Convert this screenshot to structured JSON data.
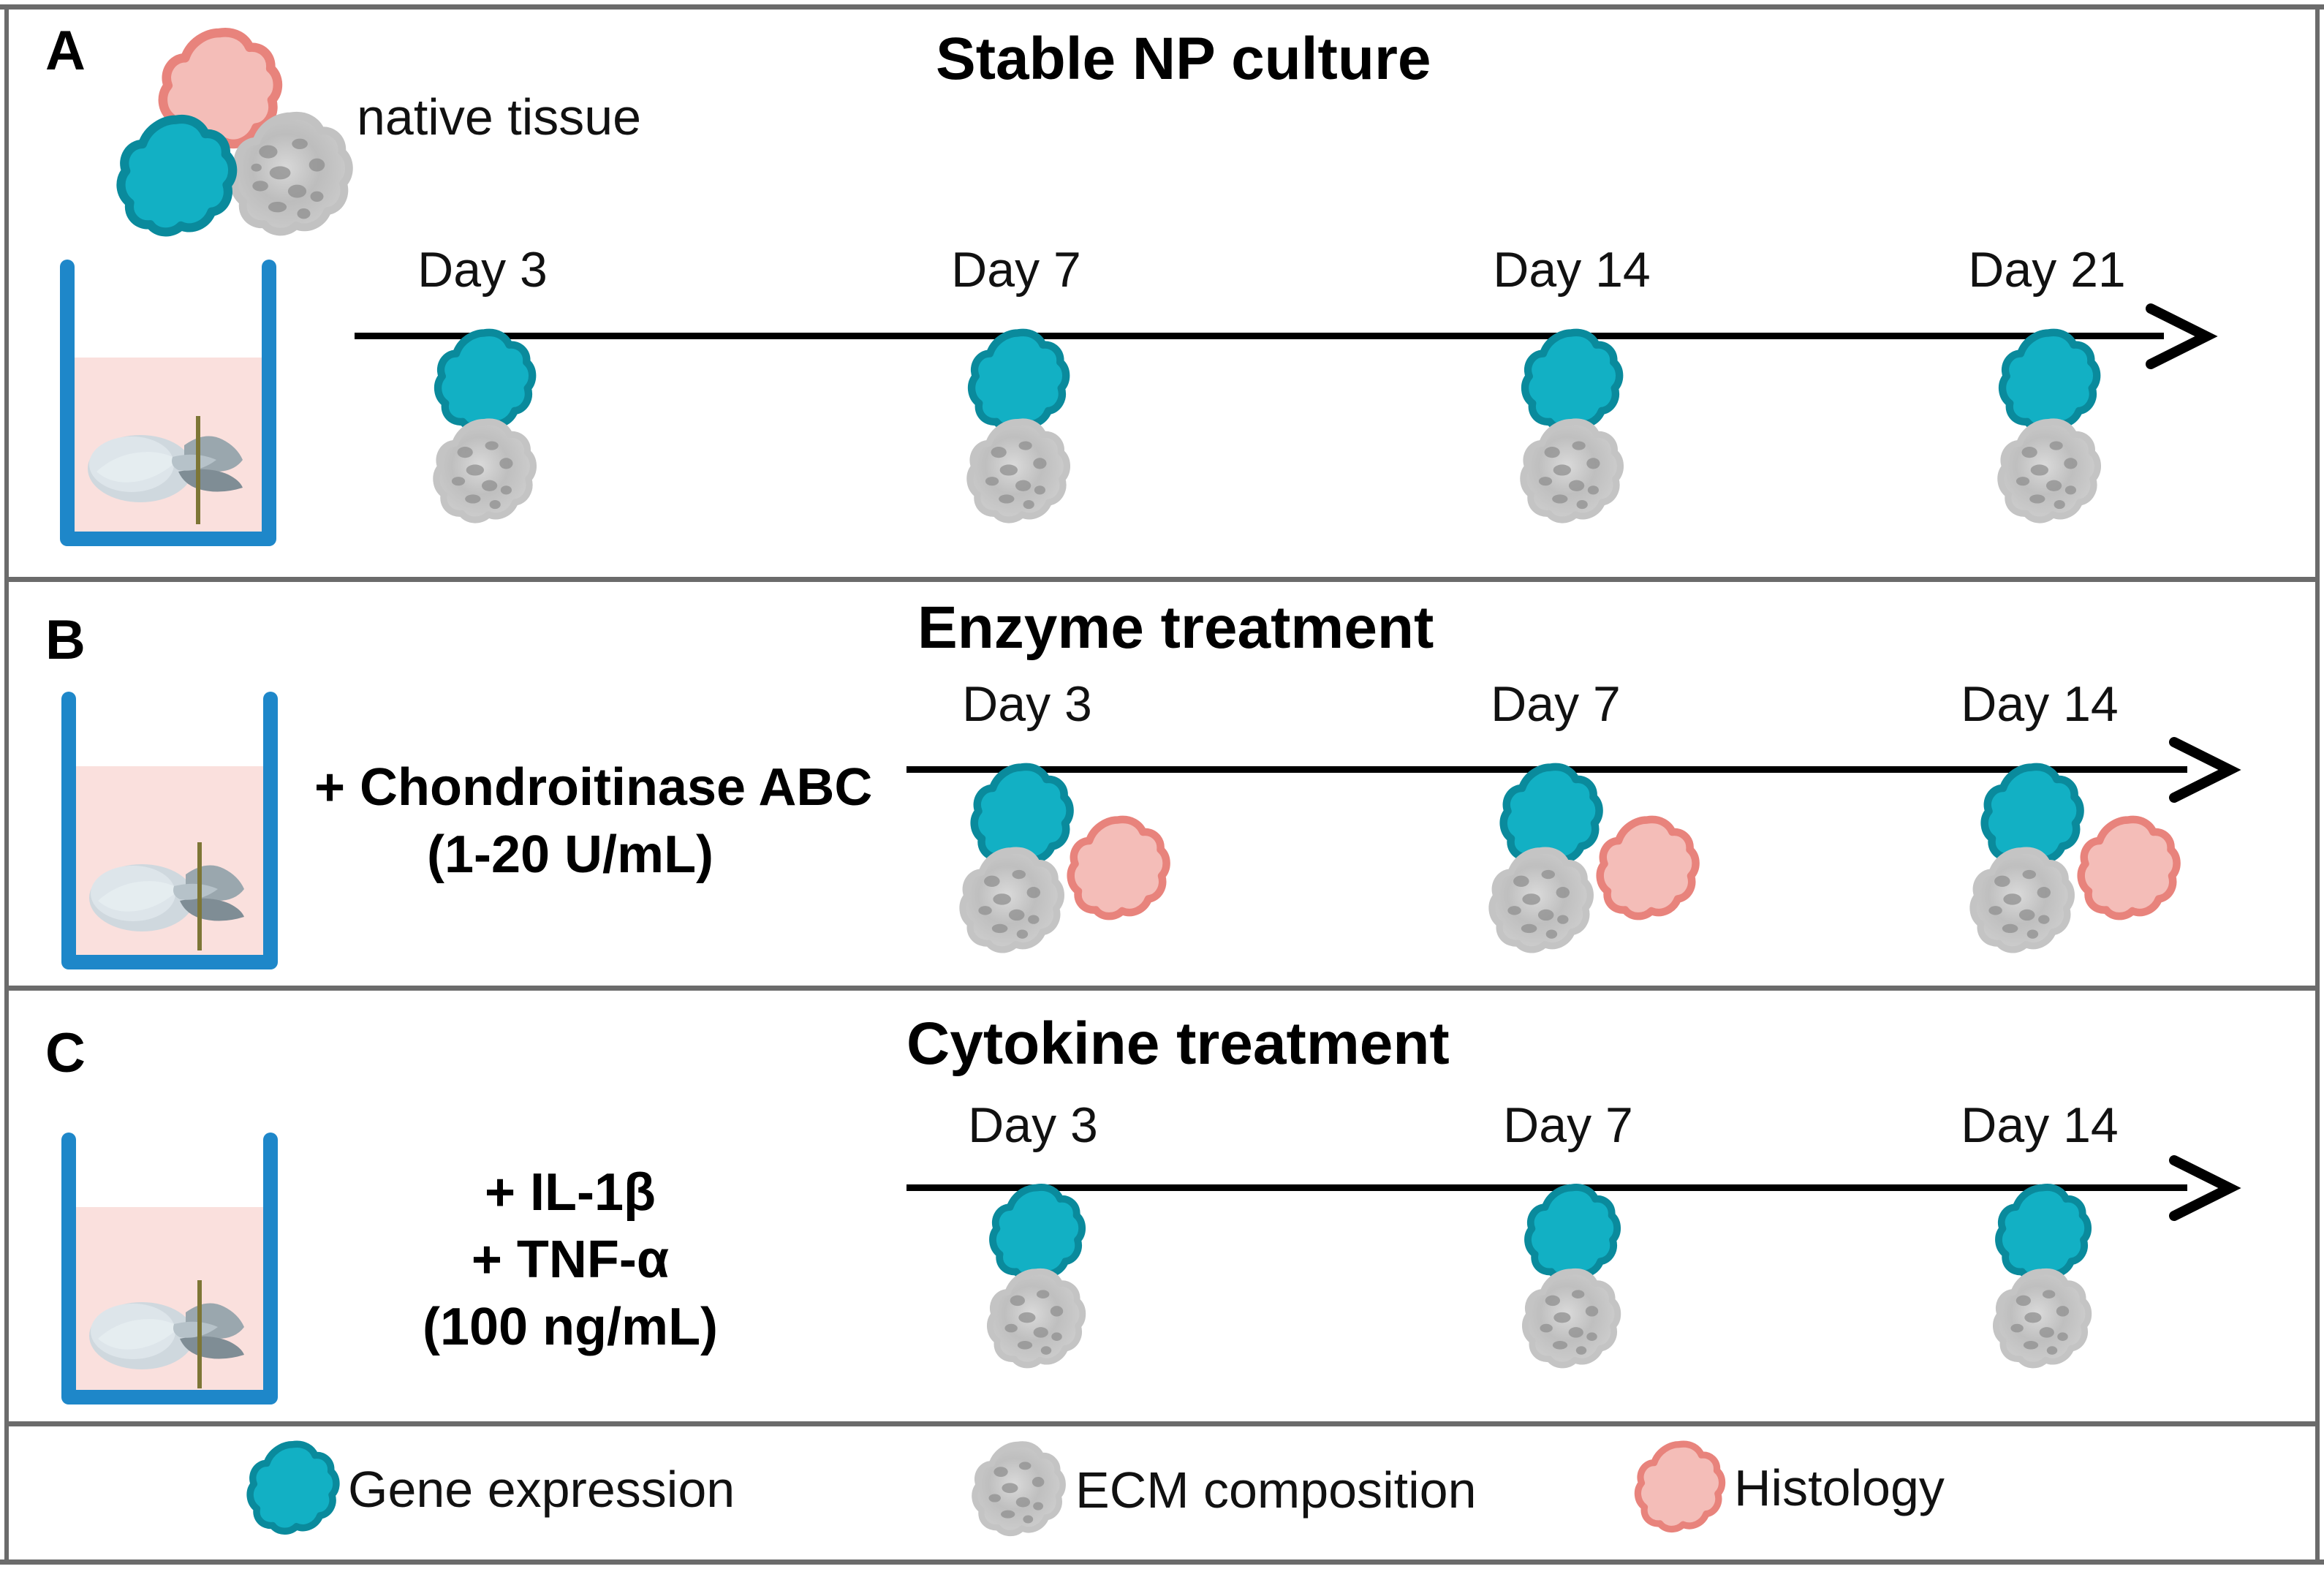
{
  "figure": {
    "native_tissue_label": "native tissue",
    "colors": {
      "gene_expression_fill": "#12b0c4",
      "gene_expression_stroke": "#0a8a9c",
      "ecm_fill": "#c9c9c9",
      "ecm_stroke": "#b3b3b3",
      "histology_fill": "#f4bdb8",
      "histology_stroke": "#e8837c",
      "beaker_stroke": "#1e87c9",
      "media_fill": "#fae0dd",
      "axis": "#000000",
      "frame": "#6b6b6b"
    }
  },
  "panels": [
    {
      "letter": "A",
      "title": "Stable NP culture",
      "treatment_lines": [],
      "timepoints": [
        {
          "label": "Day 3",
          "markers": [
            "gene-expression",
            "ecm-composition"
          ]
        },
        {
          "label": "Day 7",
          "markers": [
            "gene-expression",
            "ecm-composition"
          ]
        },
        {
          "label": "Day 14",
          "markers": [
            "gene-expression",
            "ecm-composition"
          ]
        },
        {
          "label": "Day 21",
          "markers": [
            "gene-expression",
            "ecm-composition"
          ]
        }
      ]
    },
    {
      "letter": "B",
      "title": "Enzyme treatment",
      "treatment_lines": [
        "+ Chondroitinase ABC",
        "(1-20 U/mL)"
      ],
      "timepoints": [
        {
          "label": "Day 3",
          "markers": [
            "gene-expression",
            "ecm-composition",
            "histology"
          ]
        },
        {
          "label": "Day 7",
          "markers": [
            "gene-expression",
            "ecm-composition",
            "histology"
          ]
        },
        {
          "label": "Day 14",
          "markers": [
            "gene-expression",
            "ecm-composition",
            "histology"
          ]
        }
      ]
    },
    {
      "letter": "C",
      "title": "Cytokine treatment",
      "treatment_lines": [
        "+ IL-1β",
        "+ TNF-α",
        "(100 ng/mL)"
      ],
      "timepoints": [
        {
          "label": "Day 3",
          "markers": [
            "gene-expression",
            "ecm-composition"
          ]
        },
        {
          "label": "Day 7",
          "markers": [
            "gene-expression",
            "ecm-composition"
          ]
        },
        {
          "label": "Day 14",
          "markers": [
            "gene-expression",
            "ecm-composition"
          ]
        }
      ]
    }
  ],
  "legend": {
    "items": [
      {
        "icon": "gene-expression-blob-icon",
        "label": "Gene expression"
      },
      {
        "icon": "ecm-composition-blob-icon",
        "label": "ECM composition"
      },
      {
        "icon": "histology-blob-icon",
        "label": "Histology"
      }
    ]
  }
}
